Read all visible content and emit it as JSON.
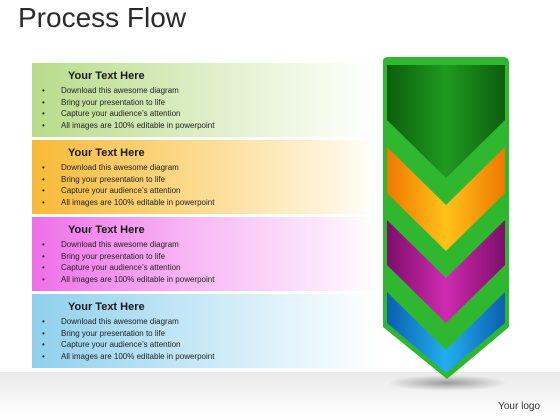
{
  "title": "Process Flow",
  "panels": [
    {
      "heading": "Your Text Here",
      "bullets": [
        "Download this awesome diagram",
        "Bring your presentation to life",
        "Capture your audience’s attention",
        "All images are 100% editable in powerpoint"
      ],
      "color": "#b7dc8a"
    },
    {
      "heading": "Your Text Here",
      "bullets": [
        "Download this awesome diagram",
        "Bring your presentation to life",
        "Capture your audience’s attention",
        "All images are 100% editable in powerpoint"
      ],
      "color": "#f7b938"
    },
    {
      "heading": "Your Text Here",
      "bullets": [
        "Download this awesome diagram",
        "Bring your presentation to life",
        "Capture your audience’s attention",
        "All images are 100% editable in powerpoint"
      ],
      "color": "#ee6fe8"
    },
    {
      "heading": "Your Text Here",
      "bullets": [
        "Download this awesome diagram",
        "Bring your presentation to life",
        "Capture your audience’s attention",
        "All images are 100% editable in powerpoint"
      ],
      "color": "#8fd0ec"
    }
  ],
  "arrow_colors": [
    "#1f8a1f",
    "#ff9a00",
    "#b8208f",
    "#1a8fd8"
  ],
  "logo": "Your logo"
}
